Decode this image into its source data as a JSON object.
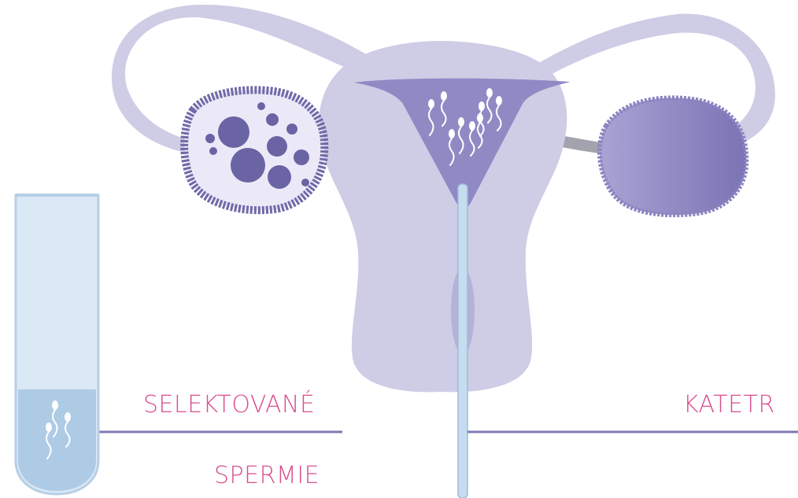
{
  "labels": {
    "selected": "SELEKTOVANÉ",
    "sperm": "SPERMIE",
    "catheter": "KATETR"
  },
  "colors": {
    "label_text": "#d94f8f",
    "leader_line": "#7f7ab3",
    "uterus_body": "#cfcce6",
    "uterus_cavity": "#8f8ac4",
    "ovary_left_fill": "#ebe9f7",
    "ovary_left_border": "#6f6aa8",
    "follicle": "#6a64a5",
    "ovary_right": "#8a84c0",
    "catheter": "#c6dcef",
    "tube_fill": "#c9ddef",
    "tube_liquid": "#aecbe6",
    "sperm": "#ffffff"
  },
  "icons": {
    "uterus": "uterus-illustration",
    "left_ovary": "ovary-with-follicles-icon",
    "right_ovary": "ovary-icon",
    "catheter": "catheter-icon",
    "test_tube": "test-tube-icon",
    "sperm": "sperm-icon"
  }
}
